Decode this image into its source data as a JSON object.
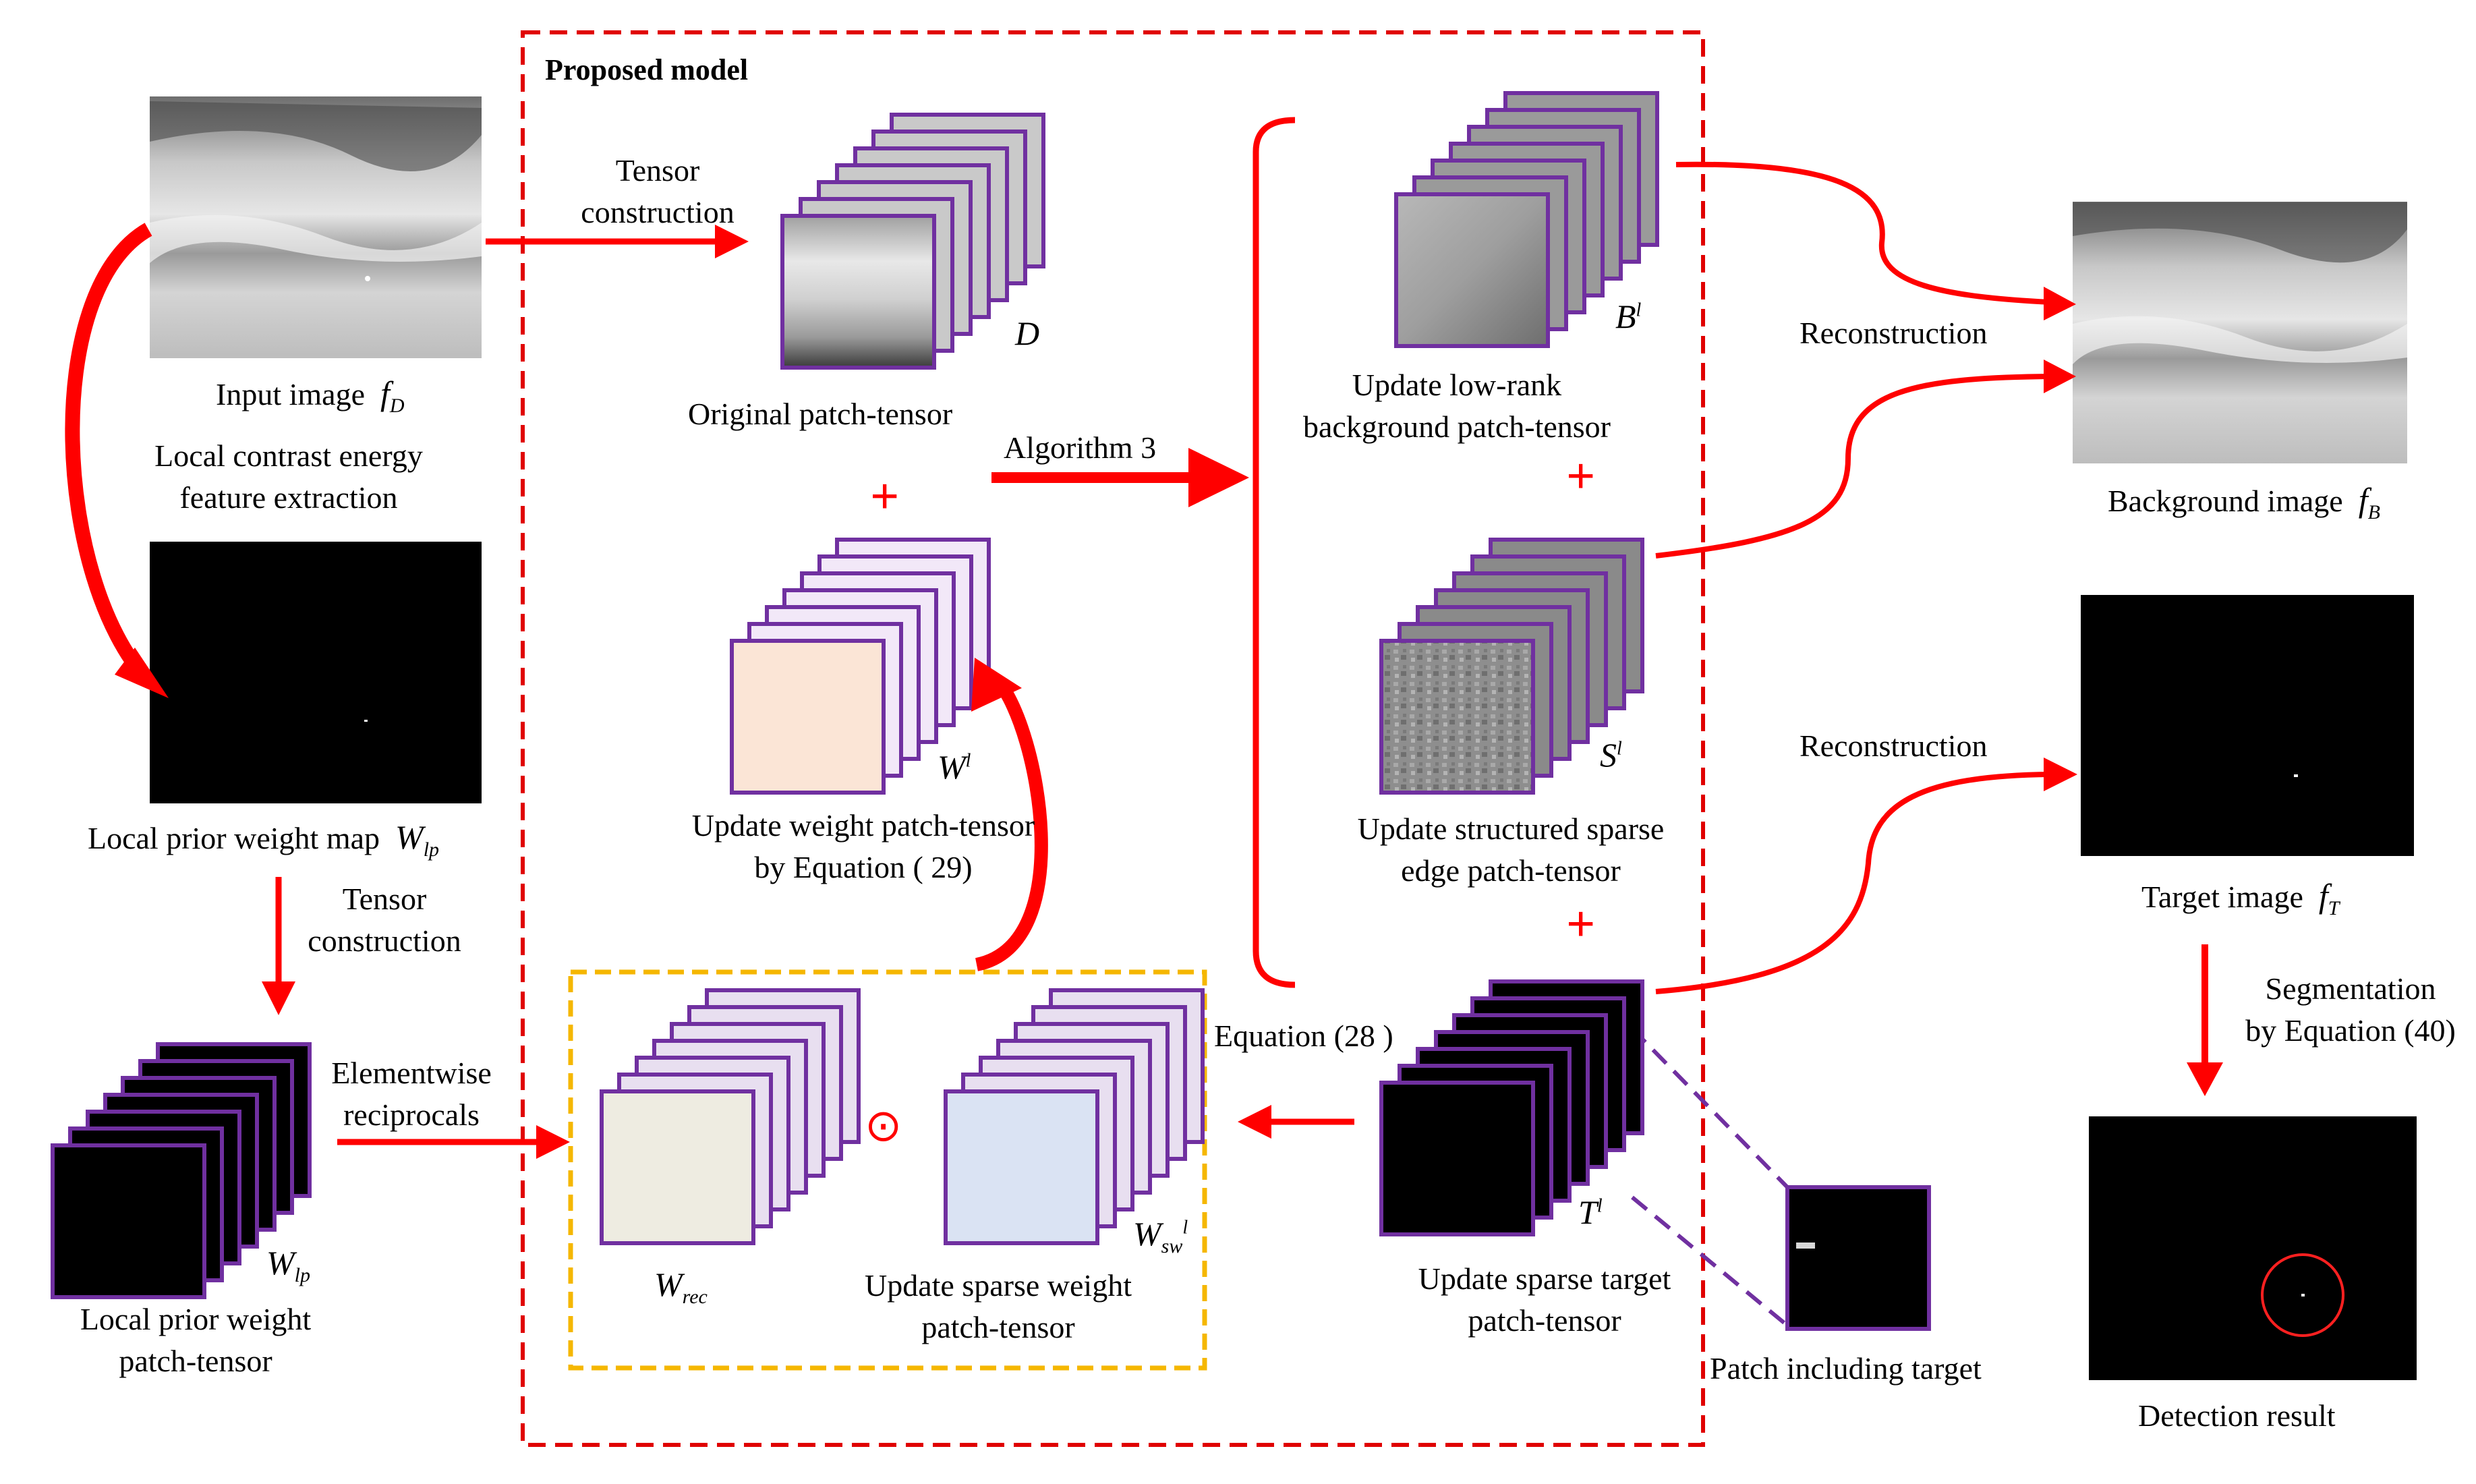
{
  "title": "Proposed model",
  "labels": {
    "input_image": "Input image",
    "input_image_sym": "f",
    "input_image_sub": "D",
    "local_contrast_1": "Local contrast energy",
    "local_contrast_2": "feature  extraction",
    "local_prior_map": "Local prior weight map",
    "local_prior_map_sym": "W",
    "local_prior_map_sub": "lp",
    "tensor_construction_1a": "Tensor",
    "tensor_construction_1b": "construction",
    "tensor_construction_2a": "Tensor",
    "tensor_construction_2b": "construction",
    "local_prior_tensor_1": "Local  prior weight",
    "local_prior_tensor_2": "patch-tensor",
    "local_prior_tensor_sym": "W",
    "local_prior_tensor_sub": "lp",
    "elementwise_1": "Elementwise",
    "elementwise_2": "reciprocals",
    "original_tensor": "Original patch-tensor",
    "original_tensor_sym": "D",
    "algorithm": "Algorithm  3",
    "weight_tensor_1": "Update weight patch-tensor",
    "weight_tensor_2": "by Equation ( 29)",
    "weight_tensor_sym": "W",
    "weight_tensor_sup": "l",
    "rec_sym": "W",
    "rec_sub": "rec",
    "sw_sym": "W",
    "sw_sub": "sw",
    "sw_sup": "l",
    "hadamard": "⊙",
    "sparse_weight_1": "Update sparse weight",
    "sparse_weight_2": "patch-tensor",
    "background_tensor_1": "Update low-rank",
    "background_tensor_2": "background patch-tensor",
    "background_tensor_sym": "B",
    "background_tensor_sup": "l",
    "edge_tensor_1": "Update structured sparse",
    "edge_tensor_2": "edge patch-tensor",
    "edge_tensor_sym": "S",
    "edge_tensor_sup": "l",
    "target_tensor_1": "Update sparse  target",
    "target_tensor_2": "patch-tensor",
    "target_tensor_sym": "T",
    "target_tensor_sup": "l",
    "equation28": "Equation (28 )",
    "patch_including_target": "Patch including target",
    "reconstruction_1": "Reconstruction",
    "reconstruction_2": "Reconstruction",
    "background_image": "Background image",
    "background_image_sym": "f",
    "background_image_sub": "B",
    "target_image": "Target image",
    "target_image_sym": "f",
    "target_image_sub": "T",
    "segmentation_1": "Segmentation",
    "segmentation_2": "by Equation (40)",
    "detection_result": "Detection result",
    "plus": "+"
  },
  "colors": {
    "arrow": "#ff0000",
    "tensor_border": "#7030a0",
    "dashed_box": "#e00000",
    "yellow_box": "#f5b700",
    "weight_fill": "#fbe5d6",
    "rec_fill": "#eeece1",
    "sw_fill": "#dae3f3",
    "light_lavender": "#e8dff0"
  }
}
